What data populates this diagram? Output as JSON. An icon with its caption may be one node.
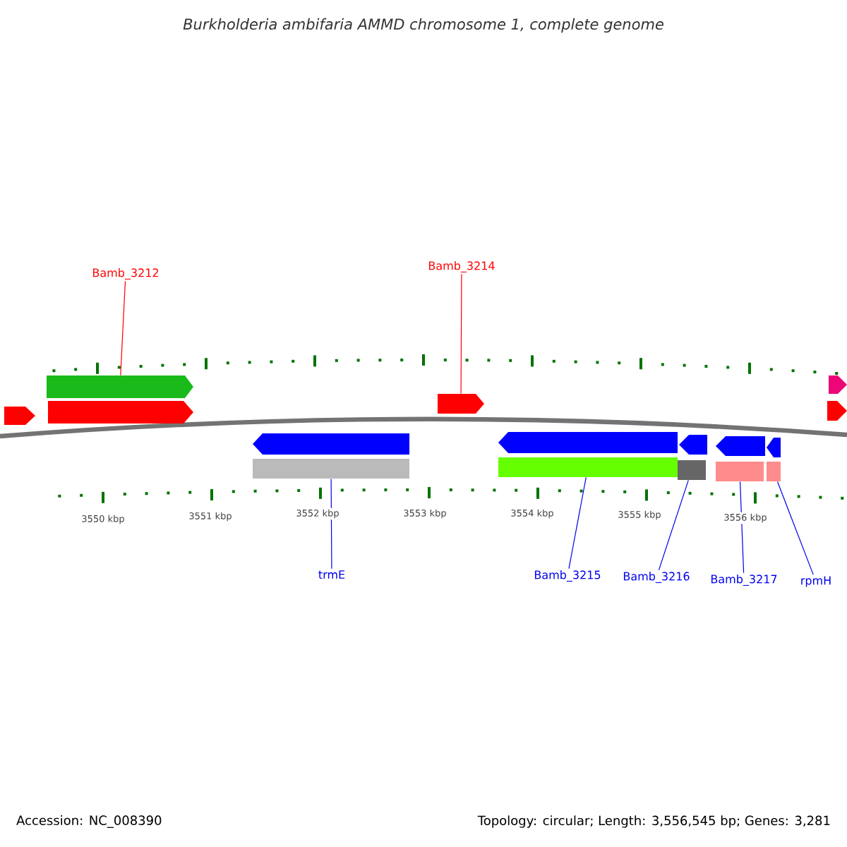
{
  "diagram": {
    "title": "Burkholderia ambifaria AMMD chromosome 1, complete genome",
    "nodes": [
      {
        "text": [
          "Bamb_3212"
        ]
      },
      {
        "text": [
          "Bamb_3214"
        ]
      },
      {
        "text": [
          "trmE"
        ]
      },
      {
        "text": [
          "Bamb_3215"
        ]
      },
      {
        "text": [
          "Bamb_3216"
        ]
      },
      {
        "text": [
          "Bamb_3217"
        ]
      },
      {
        "text": [
          "rpmH"
        ]
      },
      {
        "text": [],
        "shape": "bar"
      },
      {
        "text": [],
        "shape": "bar"
      },
      {
        "text": [],
        "shape": "bar"
      },
      {
        "text": [],
        "shape": "bar"
      },
      {
        "text": [],
        "shape": "bar"
      },
      {
        "text": [],
        "shape": "bar"
      },
      {
        "text": [],
        "shape": "bar"
      }
    ],
    "edges": [
      {
        "from": 0,
        "to": 7,
        "arrow": "none",
        "color": "#ff0000"
      },
      {
        "from": 1,
        "to": 8,
        "arrow": "none",
        "color": "#ff0000"
      },
      {
        "from": 2,
        "to": 9,
        "arrow": "none"
      },
      {
        "from": 3,
        "to": 10,
        "arrow": "none"
      },
      {
        "from": 4,
        "to": 11,
        "arrow": "none"
      },
      {
        "from": 5,
        "to": 12,
        "arrow": "none"
      },
      {
        "from": 6,
        "to": 13,
        "arrow": "none"
      }
    ],
    "labels": [
      "3550 kbp",
      "3551 kbp",
      "3552 kbp",
      "3553 kbp",
      "3554 kbp",
      "3555 kbp",
      "3556 kbp",
      "Accession: NC_008390",
      "Topology: circular; Length: 3,556,545 bp; Genes: 3,281"
    ]
  }
}
